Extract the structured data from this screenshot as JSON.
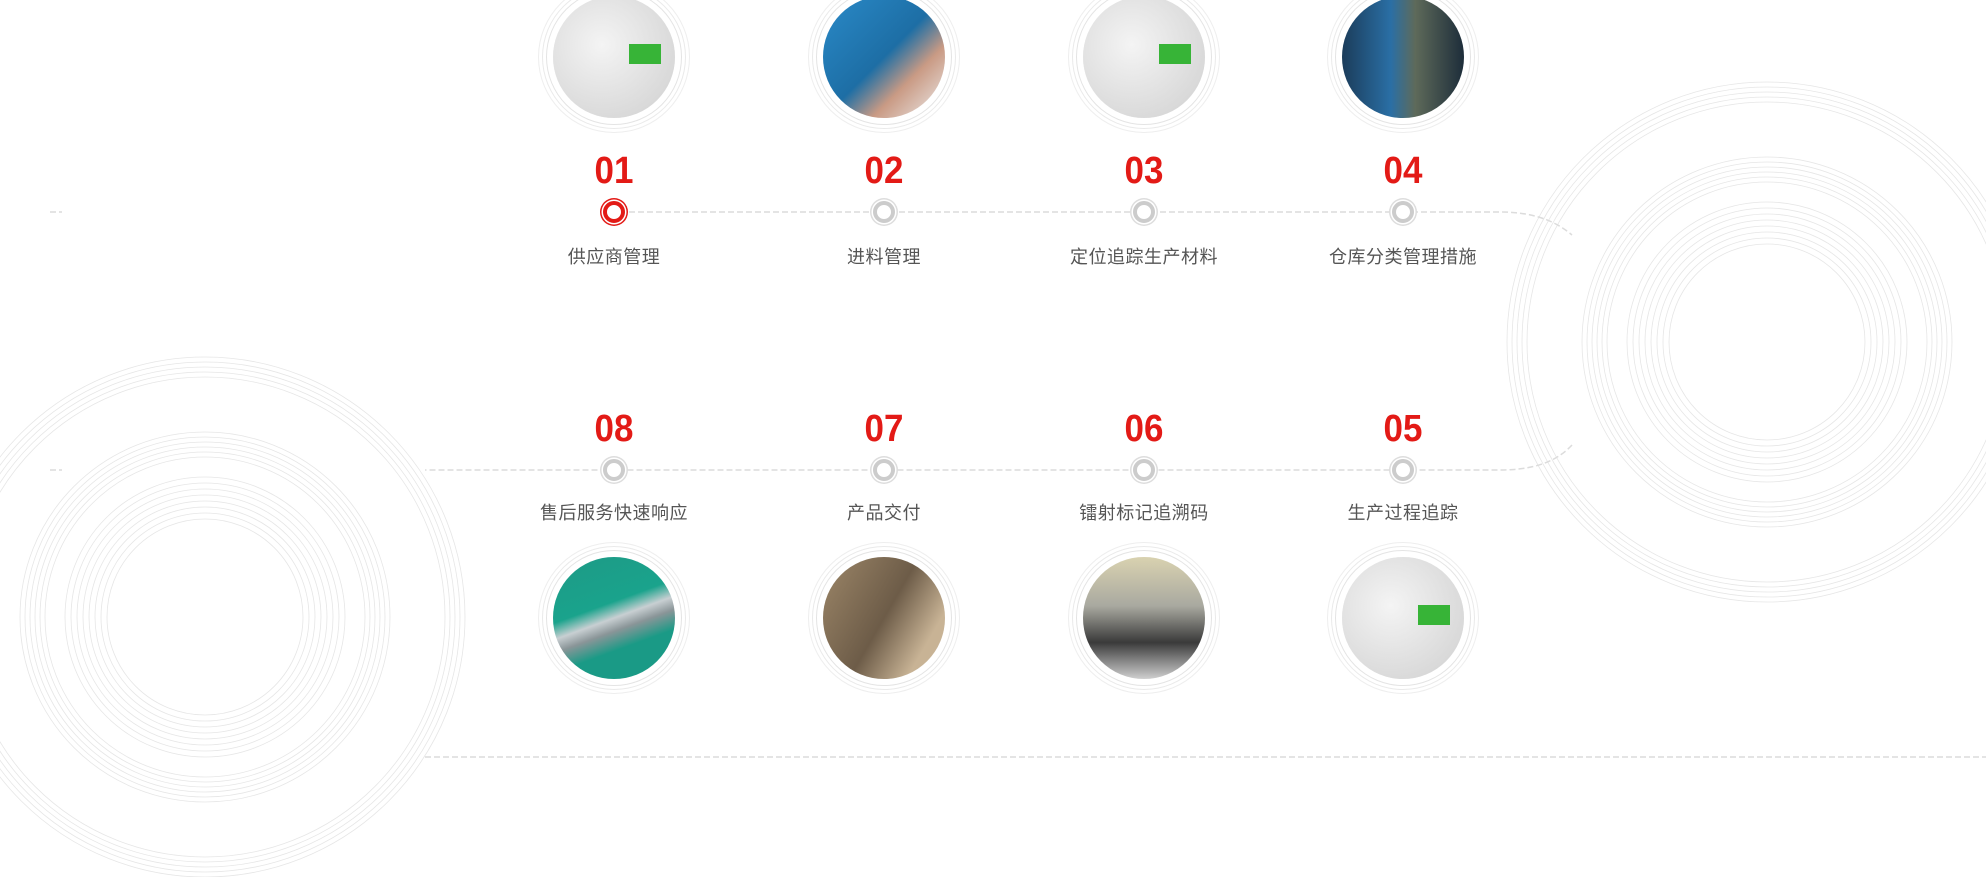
{
  "steps": [
    {
      "number": "01",
      "label": "供应商管理",
      "image": "supplier-label-photo",
      "active": true
    },
    {
      "number": "02",
      "label": "进料管理",
      "image": "handheld-scanner-photo",
      "active": false
    },
    {
      "number": "03",
      "label": "定位追踪生产材料",
      "image": "material-label-photo",
      "active": false
    },
    {
      "number": "04",
      "label": "仓库分类管理措施",
      "image": "warehouse-shelves-photo",
      "active": false
    },
    {
      "number": "05",
      "label": "生产过程追踪",
      "image": "production-label-photo",
      "active": false
    },
    {
      "number": "06",
      "label": "镭射标记追溯码",
      "image": "laser-marking-photo",
      "active": false
    },
    {
      "number": "07",
      "label": "产品交付",
      "image": "product-boxes-photo",
      "active": false
    },
    {
      "number": "08",
      "label": "售后服务快速响应",
      "image": "hose-pipe-photo",
      "active": false
    }
  ],
  "colors": {
    "accent": "#e31a16",
    "text": "#555555",
    "line": "#dddddd"
  }
}
